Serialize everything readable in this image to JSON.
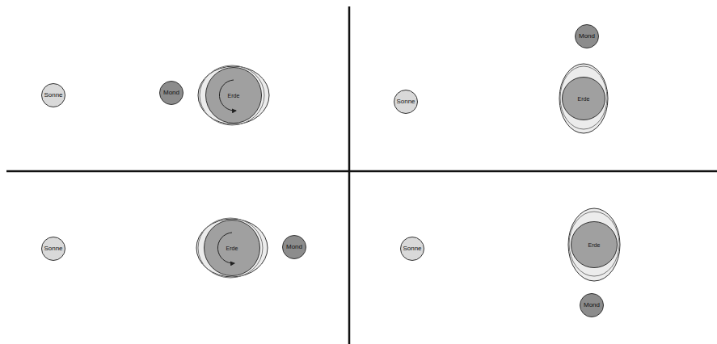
{
  "diagram": {
    "nodes": [
      {
        "text": [
          "Sonne"
        ]
      },
      {
        "text": [
          "Mond"
        ]
      },
      {
        "text": [
          "Erde"
        ]
      },
      {
        "text": [
          "Mond"
        ]
      },
      {
        "text": [
          "Sonne"
        ]
      },
      {
        "text": [
          "Erde"
        ]
      },
      {
        "text": [
          "Sonne"
        ]
      },
      {
        "text": [
          "Erde"
        ]
      },
      {
        "text": [
          "Mond"
        ]
      },
      {
        "text": [
          "Sonne"
        ]
      },
      {
        "text": [
          "Erde"
        ]
      },
      {
        "text": [
          "Mond"
        ]
      }
    ]
  }
}
